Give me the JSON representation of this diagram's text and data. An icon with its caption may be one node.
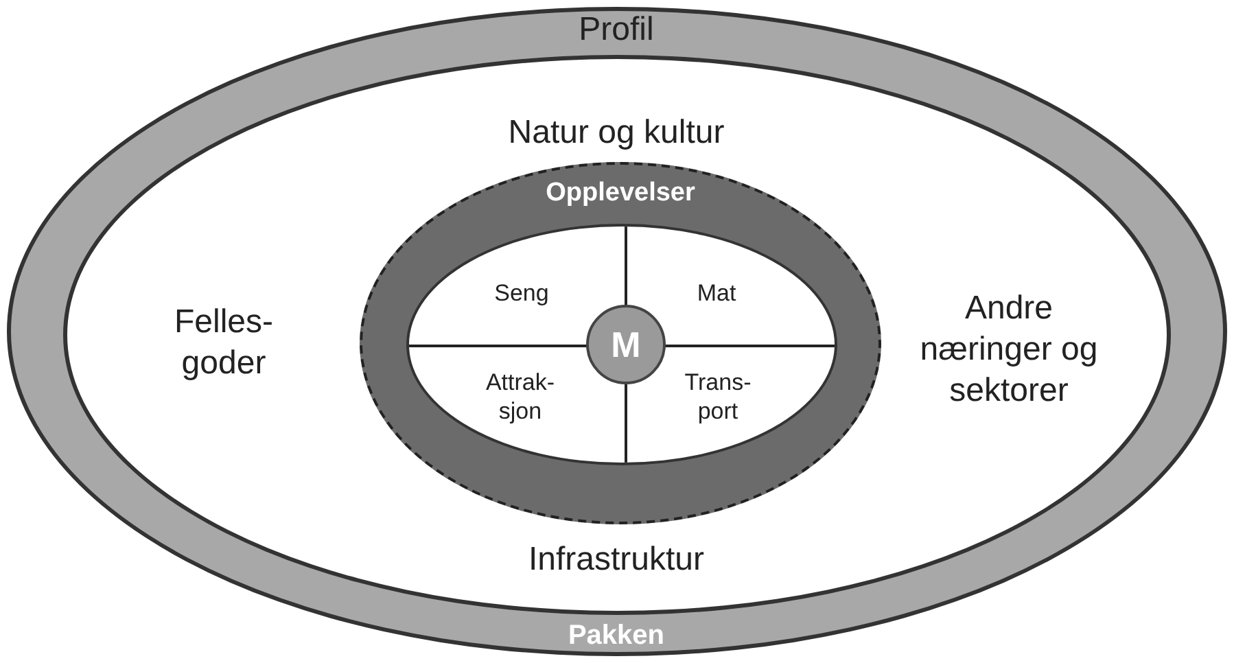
{
  "diagram": {
    "nodes": [
      {
        "text": [
          "Profil",
          "Pakken"
        ]
      },
      {
        "text": [
          "Natur og kultur",
          "Felles- goder",
          "Andre næringer og sektorer",
          "Infrastruktur"
        ],
        "in": 0
      },
      {
        "text": [
          "Opplevelser"
        ],
        "in": 1
      },
      {
        "text": [],
        "shape": "ellipse",
        "in": 2
      },
      {
        "text": [
          "Seng"
        ],
        "in": 3
      },
      {
        "text": [
          "Mat"
        ],
        "in": 3
      },
      {
        "text": [
          "Attrak- sjon"
        ],
        "in": 3
      },
      {
        "text": [
          "Trans- port"
        ],
        "in": 3
      },
      {
        "text": [
          "M"
        ],
        "in": 3
      }
    ]
  }
}
